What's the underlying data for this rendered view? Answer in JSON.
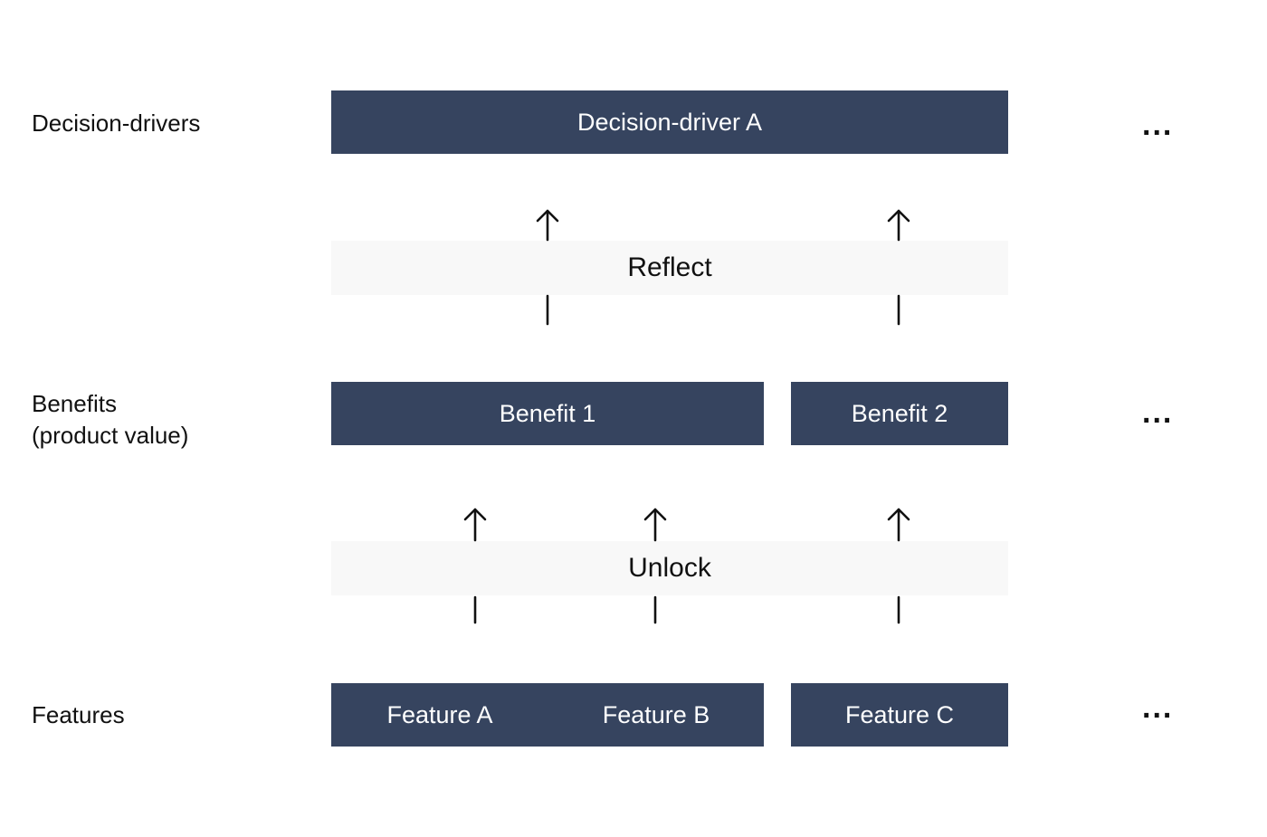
{
  "rows": {
    "drivers": {
      "label": "Decision-drivers"
    },
    "benefits": {
      "label": "Benefits\n(product value)"
    },
    "features": {
      "label": "Features"
    }
  },
  "boxes": {
    "driver_a": "Decision-driver A",
    "benefit_1": "Benefit 1",
    "benefit_2": "Benefit 2",
    "feature_a": "Feature A",
    "feature_b": "Feature B",
    "feature_c": "Feature C"
  },
  "relations": {
    "reflect": "Reflect",
    "unlock": "Unlock"
  },
  "more": "...",
  "colors": {
    "box_fill": "#36445f",
    "band_fill": "#f8f8f8",
    "text": "#111111"
  }
}
